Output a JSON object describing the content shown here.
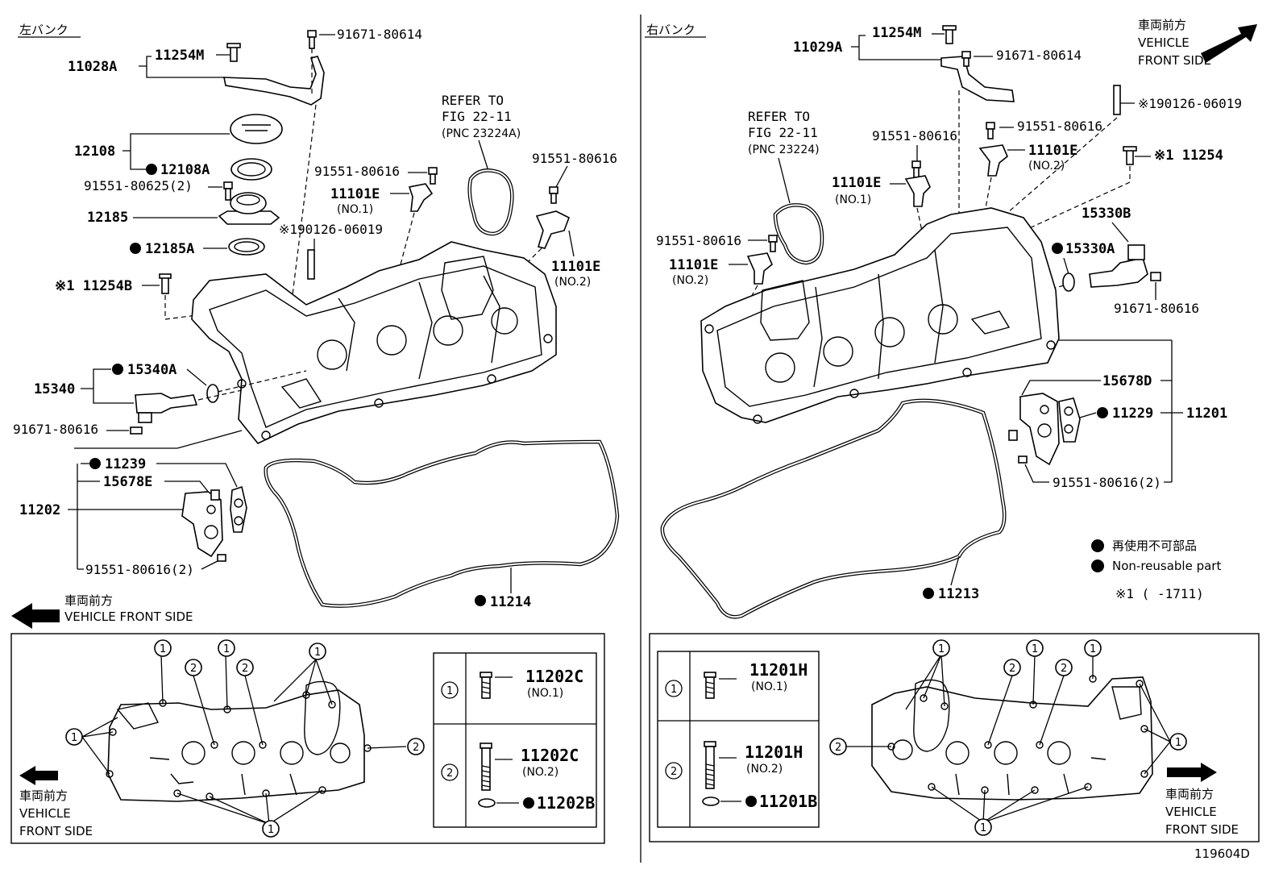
{
  "left": {
    "bank_label": "左バンク",
    "labels": {
      "p11028A": "11028A",
      "p11254M": "11254M",
      "p91671_top": "91671-80614",
      "p12108": "12108",
      "p12108A": "12108A",
      "p91551_625": "91551-80625(2)",
      "p12185": "12185",
      "p12185A": "12185A",
      "p11254B": "※1 11254B",
      "refer1": "REFER TO",
      "refer2": "FIG 22-11",
      "refer3": "(PNC 23224A)",
      "p91551_a": "91551-80616",
      "p11101E_1": "11101E",
      "p11101E_1_sub": "(NO.1)",
      "p190126": "※190126-06019",
      "p91551_b": "91551-80616",
      "p11101E_2": "11101E",
      "p11101E_2_sub": "(NO.2)",
      "p15340A": "15340A",
      "p15340": "15340",
      "p91671_bot": "91671-80616",
      "p11239": "11239",
      "p15678E": "15678E",
      "p11202": "11202",
      "p91551_2": "91551-80616(2)",
      "p11214": "11214"
    },
    "front_jp": "車両前方",
    "front_en": "VEHICLE FRONT SIDE"
  },
  "right": {
    "bank_label": "右バンク",
    "labels": {
      "p11029A": "11029A",
      "p11254M": "11254M",
      "p91671_top": "91671-80614",
      "refer1": "REFER TO",
      "refer2": "FIG 22-11",
      "refer3": "(PNC 23224)",
      "p91551_a": "91551-80616",
      "p91551_b": "91551-80616",
      "p11101E_top": "11101E",
      "p11101E_top_sub": "(NO.2)",
      "p190126": "※190126-06019",
      "p11254": "※1 11254",
      "p11101E_1": "11101E",
      "p11101E_1_sub": "(NO.1)",
      "p15330B": "15330B",
      "p91551_c": "91551-80616",
      "p15330A": "15330A",
      "p11101E_2": "11101E",
      "p11101E_2_sub": "(NO.2)",
      "p91671_bot": "91671-80616",
      "p15678D": "15678D",
      "p11229": "11229",
      "p11201": "11201",
      "p91551_2": "91551-80616(2)",
      "p11213": "11213"
    },
    "front_jp": "車両前方",
    "front_en1": "VEHICLE",
    "front_en2": "FRONT SIDE"
  },
  "legend": {
    "jp": "再使用不可部品",
    "en": "Non-reusable part",
    "note": "※1 (      -1711)"
  },
  "left_inset": {
    "c1": "1",
    "c2": "2",
    "bolt1": "11202C",
    "bolt1_sub": "(NO.1)",
    "bolt2": "11202C",
    "bolt2_sub": "(NO.2)",
    "washer": "11202B",
    "front_jp": "車両前方",
    "front_en1": "VEHICLE",
    "front_en2": "FRONT SIDE"
  },
  "right_inset": {
    "c1": "1",
    "c2": "2",
    "bolt1": "11201H",
    "bolt1_sub": "(NO.1)",
    "bolt2": "11201H",
    "bolt2_sub": "(NO.2)",
    "washer": "11201B",
    "front_jp": "車両前方",
    "front_en1": "VEHICLE",
    "front_en2": "FRONT SIDE"
  },
  "figure_id": "119604D"
}
